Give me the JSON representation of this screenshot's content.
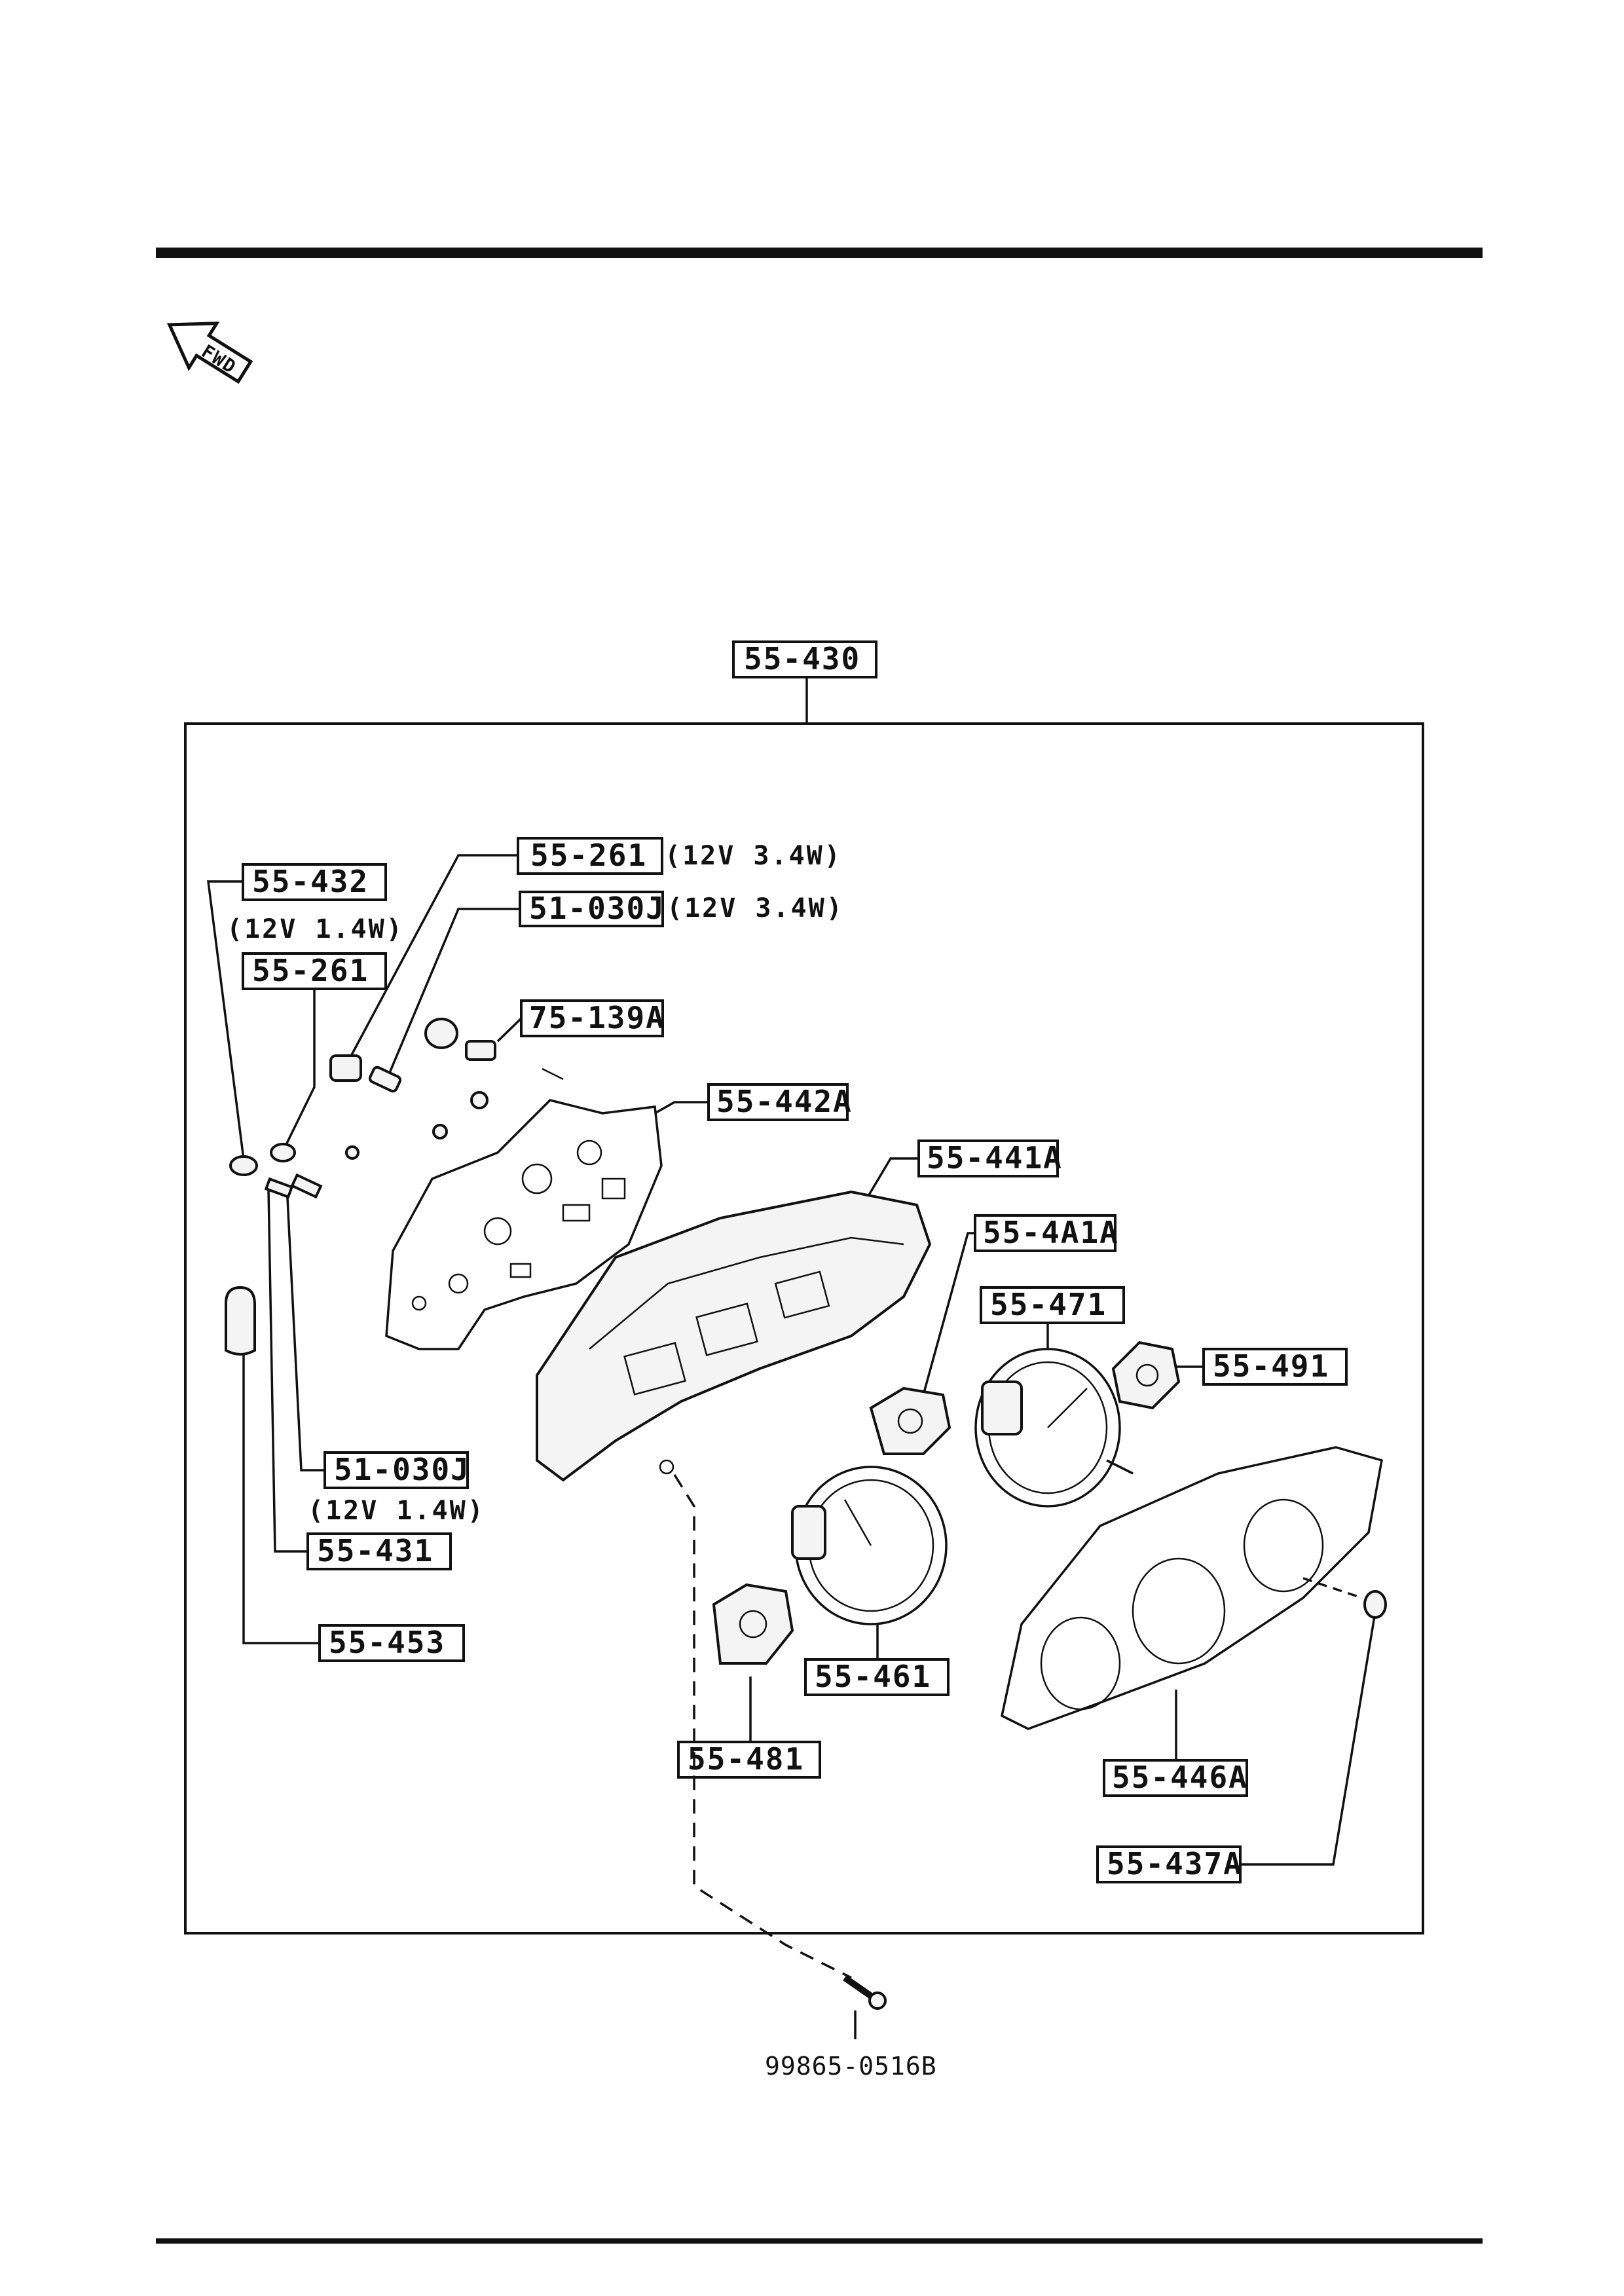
{
  "orientation": {
    "direction_label": "FWD"
  },
  "assembly": {
    "part_number": "55-430"
  },
  "callouts": {
    "bulb_front_a": {
      "part": "55-261",
      "spec": "(12V 3.4W)"
    },
    "bulb_front_b": {
      "part": "51-030J",
      "spec": "(12V 3.4W)"
    },
    "bulb_left_a": {
      "part": "55-432",
      "spec": "(12V 1.4W)"
    },
    "bulb_left_b": {
      "part": "55-261"
    },
    "socket_top": {
      "part": "75-139A"
    },
    "printed_plate": {
      "part": "55-442A"
    },
    "case": {
      "part": "55-441A"
    },
    "gauge_small": {
      "part": "55-4A1A"
    },
    "speedometer": {
      "part": "55-471"
    },
    "fuel_gauge": {
      "part": "55-491"
    },
    "bulb_bottom": {
      "part": "51-030J",
      "spec": "(12V 1.4W)"
    },
    "socket_bottom": {
      "part": "55-431"
    },
    "cover": {
      "part": "55-453"
    },
    "tachometer": {
      "part": "55-461"
    },
    "temp_gauge": {
      "part": "55-481"
    },
    "lens": {
      "part": "55-446A"
    },
    "grommet": {
      "part": "55-437A"
    },
    "screw": {
      "part": "99865-0516B"
    }
  }
}
